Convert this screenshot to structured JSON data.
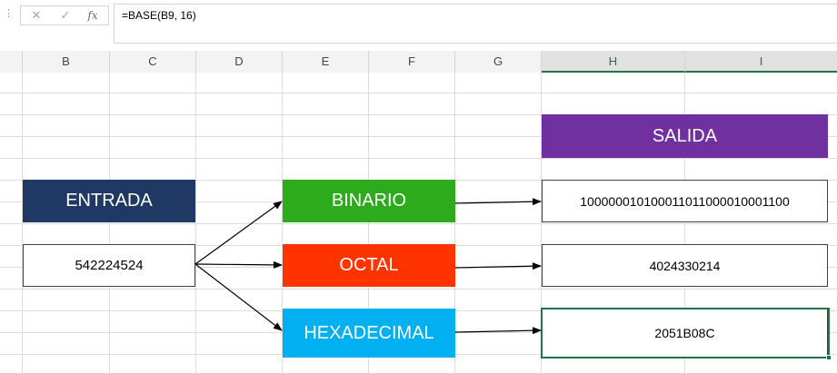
{
  "formula_bar": {
    "formula": "=BASE(B9, 16)",
    "cancel_symbol": "✕",
    "enter_symbol": "✓",
    "fx_symbol": "fx",
    "menu_symbol": "⋮"
  },
  "columns": [
    "B",
    "C",
    "D",
    "E",
    "F",
    "G",
    "H",
    "I"
  ],
  "selected_column": "H",
  "shapes": {
    "salida": "SALIDA",
    "entrada": "ENTRADA",
    "binario": "BINARIO",
    "octal": "OCTAL",
    "hexadecimal": "HEXADECIMAL"
  },
  "values": {
    "input": "542224524",
    "binary": "100000010100011011000010001100",
    "octal": "4024330214",
    "hex": "2051B08C"
  },
  "colors": {
    "salida": "#7030a0",
    "entrada": "#1f3864",
    "binario": "#2eab1d",
    "octal": "#ff3300",
    "hexadecimal": "#00b0f0",
    "selection": "#217346"
  }
}
